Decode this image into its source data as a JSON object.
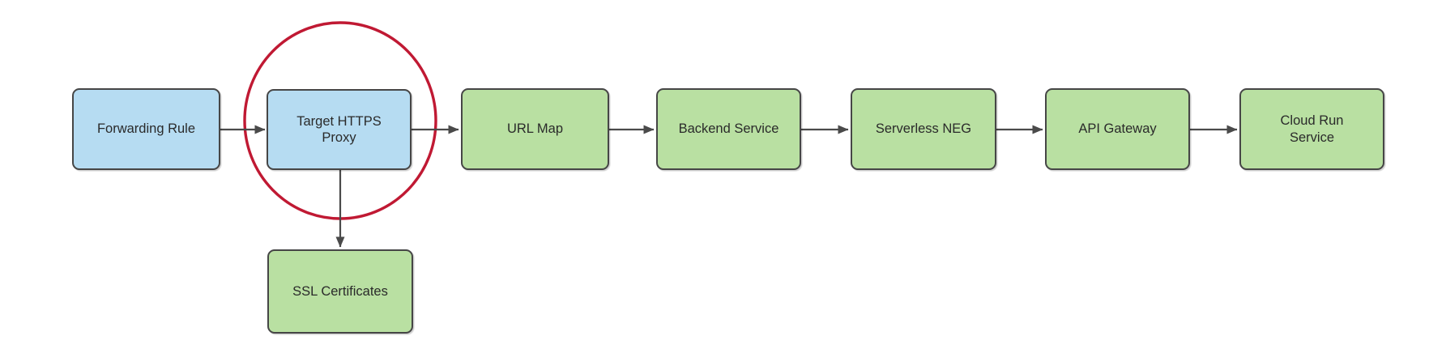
{
  "diagram": {
    "type": "flowchart",
    "background": "#ffffff",
    "nodes": [
      {
        "id": "forwarding-rule",
        "label": "Forwarding Rule",
        "color_role": "blue"
      },
      {
        "id": "target-https-proxy",
        "label": "Target HTTPS Proxy",
        "color_role": "blue"
      },
      {
        "id": "url-map",
        "label": "URL Map",
        "color_role": "green"
      },
      {
        "id": "backend-service",
        "label": "Backend Service",
        "color_role": "green"
      },
      {
        "id": "serverless-neg",
        "label": "Serverless NEG",
        "color_role": "green"
      },
      {
        "id": "api-gateway",
        "label": "API Gateway",
        "color_role": "green"
      },
      {
        "id": "cloud-run-service",
        "label": "Cloud Run Service",
        "color_role": "green"
      },
      {
        "id": "ssl-certificates",
        "label": "SSL Certificates",
        "color_role": "green"
      }
    ],
    "edges": [
      {
        "from": "Forwarding Rule",
        "to": "Target HTTPS Proxy"
      },
      {
        "from": "Target HTTPS Proxy",
        "to": "URL Map"
      },
      {
        "from": "URL Map",
        "to": "Backend Service"
      },
      {
        "from": "Backend Service",
        "to": "Serverless NEG"
      },
      {
        "from": "Serverless NEG",
        "to": "API Gateway"
      },
      {
        "from": "API Gateway",
        "to": "Cloud Run Service"
      },
      {
        "from": "Target HTTPS Proxy",
        "to": "SSL Certificates"
      }
    ],
    "highlight": {
      "shape": "ellipse",
      "around_node": "Target HTTPS Proxy",
      "color": "#c01933"
    },
    "colors": {
      "node_blue_fill": "#b6dcf2",
      "node_green_fill": "#b9e0a2",
      "node_border": "#464646",
      "arrow": "#4a4a4a",
      "text": "#2a2a2a",
      "highlight_red": "#c01933"
    }
  }
}
